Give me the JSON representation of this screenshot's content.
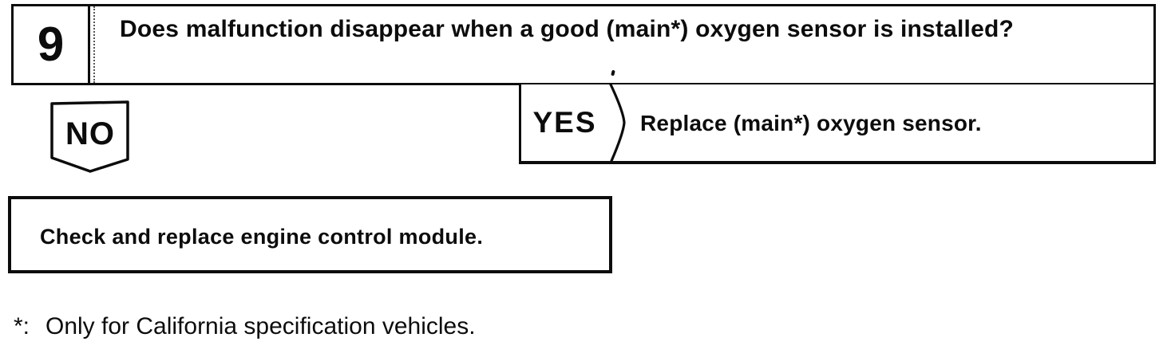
{
  "step": {
    "number": "9",
    "question": "Does malfunction disappear when a good (main*) oxygen sensor is installed?"
  },
  "yes_branch": {
    "label": "YES",
    "action": "Replace (main*) oxygen sensor."
  },
  "no_branch": {
    "label": "NO",
    "action": "Check and replace engine control module."
  },
  "footnote": {
    "marker": "*:",
    "text": "Only for California specification vehicles."
  },
  "colors": {
    "ink": "#0c0c0c",
    "paper": "#ffffff"
  }
}
